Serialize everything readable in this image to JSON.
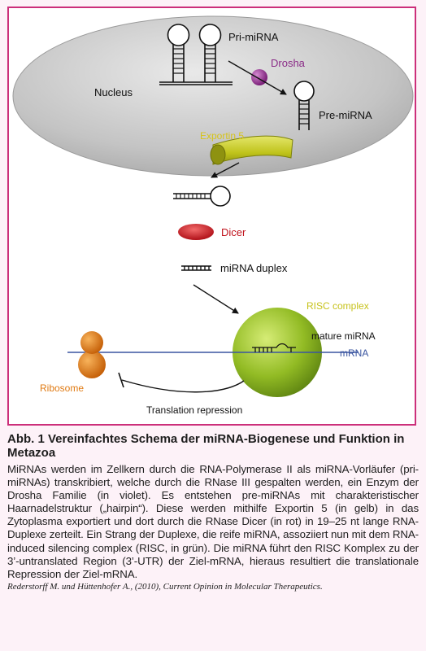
{
  "diagram": {
    "labels": {
      "pri_mirna": "Pri-miRNA",
      "drosha": "Drosha",
      "nucleus": "Nucleus",
      "pre_mirna": "Pre-miRNA",
      "exportin5": "Exportin 5",
      "dicer": "Dicer",
      "mirna_duplex": "miRNA duplex",
      "risc_complex": "RISC complex",
      "mature_mirna": "mature miRNA",
      "mrna": "mRNA",
      "ribosome": "Ribosome",
      "translation_repression": "Translation repression"
    },
    "colors": {
      "frame_border": "#cc2f7a",
      "nucleus_fill": "#bdbdbd",
      "drosha": "#8a2b87",
      "exportin": "#b8bd12",
      "dicer": "#d01e27",
      "risc": "#7fa81e",
      "ribosome": "#e07a12",
      "mrna_line": "#3a55a0"
    }
  },
  "caption": {
    "title": "Abb. 1 Vereinfachtes Schema der miRNA-Biogenese und Funktion in Metazoa",
    "body": "MiRNAs werden im Zellkern durch die RNA-Polymerase II als miRNA-Vorläufer (pri-miRNAs) transkribiert, welche durch die RNase III gespalten werden, ein Enzym der Drosha Familie (in violet). Es entstehen pre-miRNAs mit charakteristischer Haarnadelstruktur („hairpin“). Diese werden mithilfe Exportin 5 (in gelb) in das Zytoplasma exportiert und dort durch die RNase Dicer (in rot) in 19–25 nt lange RNA-Duplexe zerteilt. Ein Strang der Duplexe, die reife miRNA, assoziiert nun mit dem RNA-induced silencing complex (RISC, in grün). Die miRNA führt den RISC Komplex zu der 3’-untranslated Region (3’-UTR) der Ziel-mRNA, hieraus resultiert die translationale Repression der Ziel-mRNA.",
    "source": "Rederstorff M. und Hüttenhofer A., (2010), Current Opinion in Molecular Therapeutics."
  }
}
